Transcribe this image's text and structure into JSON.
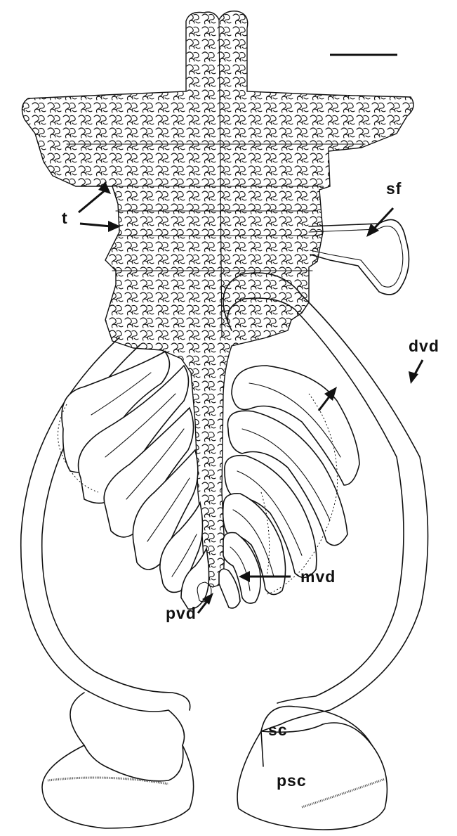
{
  "labels": {
    "t": "t",
    "sf": "sf",
    "dvd": "dvd",
    "mvd": "mvd",
    "pvd": "pvd",
    "sc": "sc",
    "psc": "psc"
  }
}
